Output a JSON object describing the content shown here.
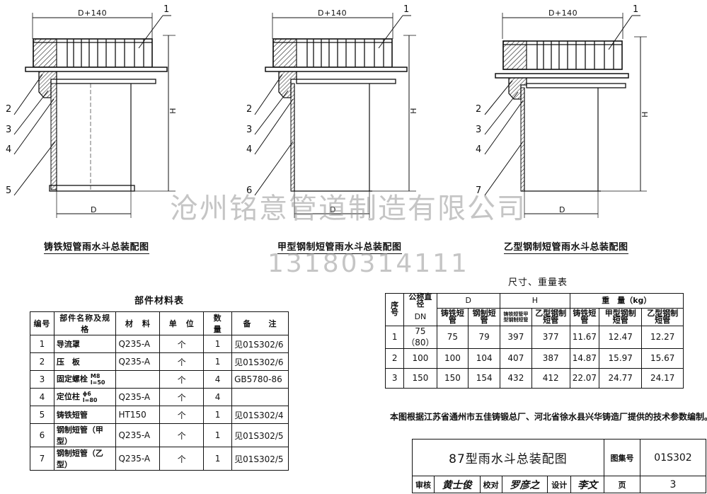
{
  "drawings": [
    {
      "dim_top": "D+140",
      "dim_h": "H",
      "dim_d": "D",
      "callouts": [
        "1",
        "2",
        "3",
        "4",
        "5"
      ],
      "title": "铸铁短管雨水斗总装配图"
    },
    {
      "dim_top": "D+140",
      "dim_h": "H",
      "dim_d": "D",
      "callouts": [
        "1",
        "2",
        "3",
        "4",
        "6"
      ],
      "title": "甲型钢制短管雨水斗总装配图"
    },
    {
      "dim_top": "D+140",
      "dim_h": "H",
      "dim_d": "D",
      "callouts": [
        "1",
        "2",
        "3",
        "4",
        "7"
      ],
      "title": "乙型钢制短管雨水斗总装配图"
    }
  ],
  "watermark": {
    "company": "沧州铭意管道制造有限公司",
    "phone": "13180314111"
  },
  "parts_table": {
    "title": "部件材料表",
    "headers": [
      "编号",
      "部件名称及规格",
      "材　料",
      "单　位",
      "数　量",
      "备　　注"
    ],
    "rows": [
      {
        "no": "1",
        "name": "导流罩",
        "spec1": "",
        "spec2": "",
        "material": "Q235-A",
        "unit": "个",
        "qty": "1",
        "note": "见01S302/6"
      },
      {
        "no": "2",
        "name": "压　板",
        "spec1": "",
        "spec2": "",
        "material": "Q235-A",
        "unit": "个",
        "qty": "1",
        "note": "见01S302/6"
      },
      {
        "no": "3",
        "name": "固定螺栓",
        "spec1": "M8",
        "spec2": "l=50",
        "material": "",
        "unit": "个",
        "qty": "4",
        "note": "GB5780-86"
      },
      {
        "no": "4",
        "name": "定位柱",
        "spec1": "ϕ6",
        "spec2": "l=80",
        "material": "Q235-A",
        "unit": "个",
        "qty": "4",
        "note": ""
      },
      {
        "no": "5",
        "name": "铸铁短管",
        "spec1": "",
        "spec2": "",
        "material": "HT150",
        "unit": "个",
        "qty": "1",
        "note": "见01S302/4"
      },
      {
        "no": "6",
        "name": "钢制短管（甲型）",
        "spec1": "",
        "spec2": "",
        "material": "Q235-A",
        "unit": "个",
        "qty": "1",
        "note": "见01S302/5"
      },
      {
        "no": "7",
        "name": "钢制短管（乙型）",
        "spec1": "",
        "spec2": "",
        "material": "Q235-A",
        "unit": "个",
        "qty": "1",
        "note": "见01S302/5"
      }
    ]
  },
  "size_table": {
    "title": "尺寸、重量表",
    "h_seq": "序号",
    "h_dn1": "公称直径",
    "h_dn2": "DN",
    "group_d": "D",
    "group_h": "H",
    "group_w": "重　量（kg）",
    "sub": [
      "铸铁短管",
      "钢制短管",
      "铸铁短管甲型钢制短管",
      "乙型钢制短管",
      "铸铁短管",
      "甲型钢制短管",
      "乙型钢制短管"
    ],
    "rows": [
      {
        "seq": "1",
        "dn": "75（80）",
        "d1": "75",
        "d2": "79",
        "h1": "397",
        "h2": "377",
        "w1": "11.67",
        "w2": "12.47",
        "w3": "12.27"
      },
      {
        "seq": "2",
        "dn": "100",
        "d1": "100",
        "d2": "104",
        "h1": "407",
        "h2": "387",
        "w1": "14.87",
        "w2": "15.97",
        "w3": "15.67"
      },
      {
        "seq": "3",
        "dn": "150",
        "d1": "150",
        "d2": "154",
        "h1": "432",
        "h2": "412",
        "w1": "22.07",
        "w2": "24.77",
        "w3": "24.17"
      }
    ]
  },
  "note": "本图根据江苏省通州市五佳铸锻总厂、河北省徐水县兴华铸造厂提供的技术参数编制。",
  "title_block": {
    "title": "87型雨水斗总装配图",
    "atlas_label": "图集号",
    "atlas_no": "01S302",
    "review_label": "审核",
    "review_sign": "黄士俊",
    "check_label": "校对",
    "check_sign": "罗彦之",
    "design_label": "设计",
    "design_sign": "李文",
    "page_label": "页",
    "page_no": "3"
  }
}
